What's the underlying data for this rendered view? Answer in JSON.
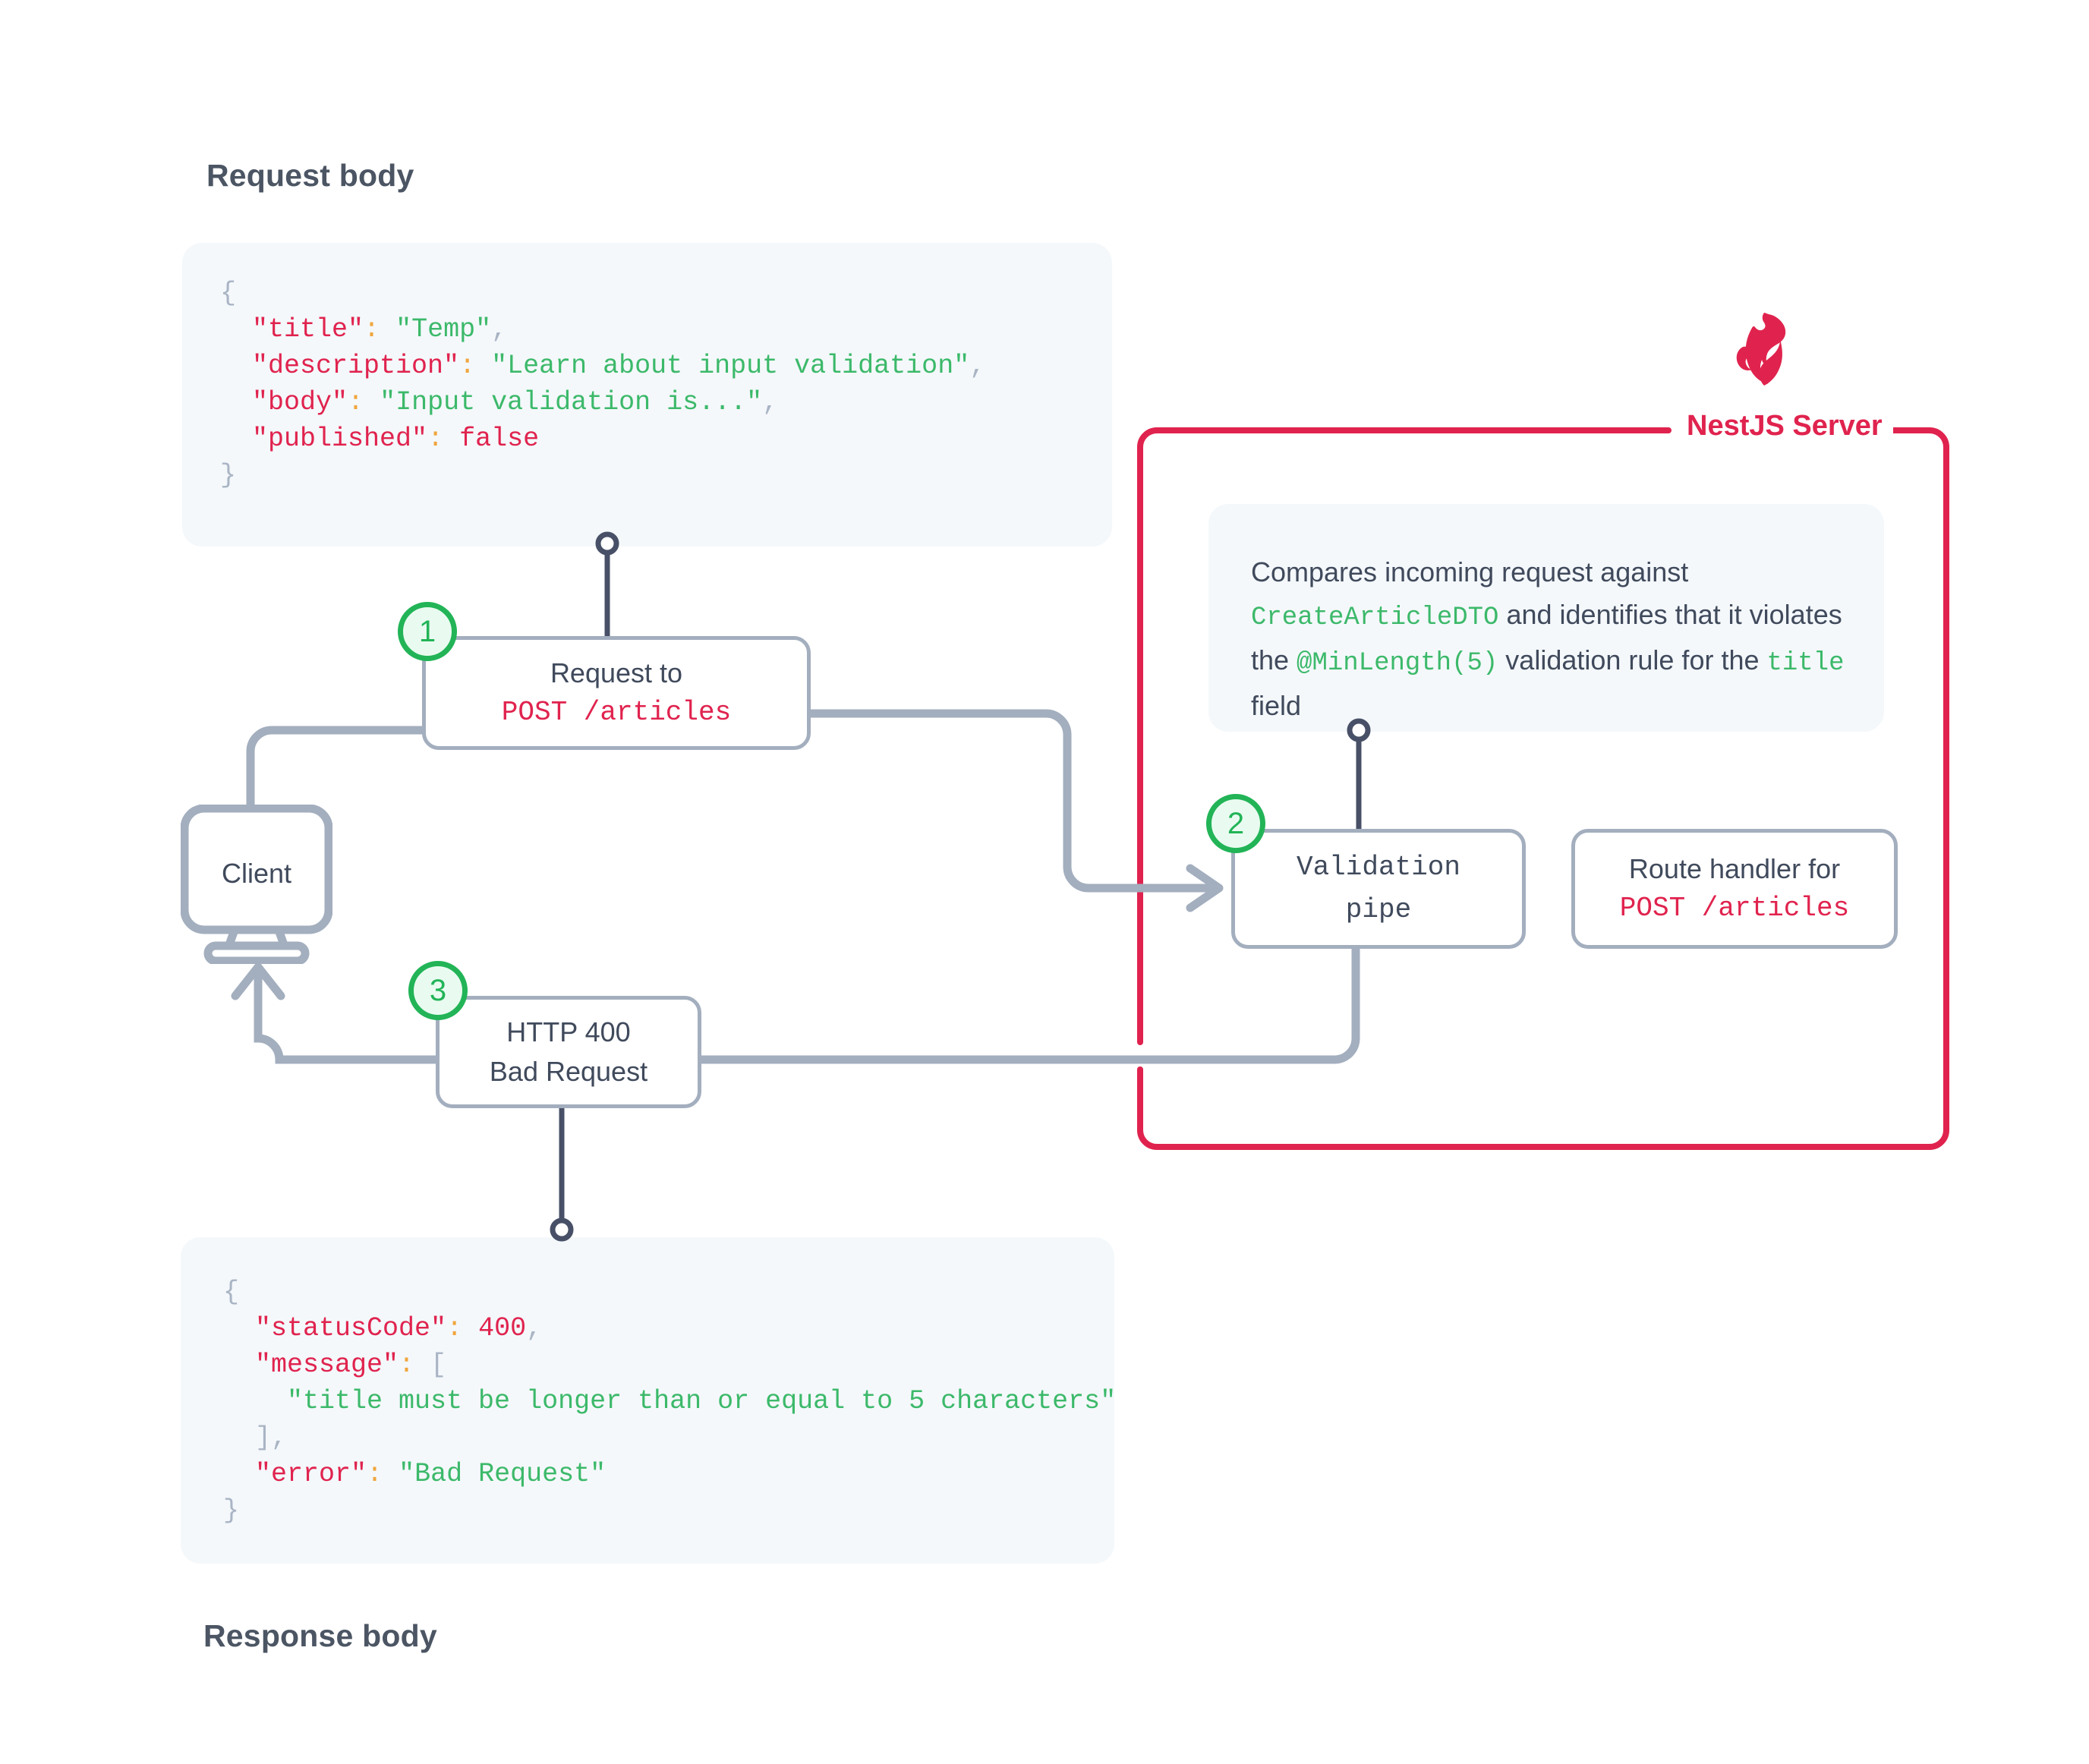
{
  "headings": {
    "request_body": "Request body",
    "response_body": "Response body"
  },
  "request_body_code": {
    "open_brace": "{",
    "lines": [
      {
        "indent": "  ",
        "key": "\"title\"",
        "colon": ":",
        "space": " ",
        "value": "\"Temp\"",
        "value_type": "string",
        "comma": ","
      },
      {
        "indent": "  ",
        "key": "\"description\"",
        "colon": ":",
        "space": " ",
        "value": "\"Learn about input validation\"",
        "value_type": "string",
        "comma": ","
      },
      {
        "indent": "  ",
        "key": "\"body\"",
        "colon": ":",
        "space": " ",
        "value": "\"Input validation is...\"",
        "value_type": "string",
        "comma": ","
      },
      {
        "indent": "  ",
        "key": "\"published\"",
        "colon": ":",
        "space": " ",
        "value": "false",
        "value_type": "bool",
        "comma": ""
      }
    ],
    "close_brace": "}"
  },
  "response_body_code": {
    "open_brace": "{",
    "lines": [
      {
        "indent": "  ",
        "key": "\"statusCode\"",
        "colon": ":",
        "space": " ",
        "value": "400",
        "value_type": "num",
        "comma": ","
      },
      {
        "indent": "  ",
        "key": "\"message\"",
        "colon": ":",
        "space": " ",
        "value": "[",
        "value_type": "punct",
        "comma": ""
      },
      {
        "indent": "    ",
        "key": "",
        "colon": "",
        "space": "",
        "value": "\"title must be longer than or equal to 5 characters\"",
        "value_type": "string",
        "comma": ""
      },
      {
        "indent": "  ",
        "key": "",
        "colon": "",
        "space": "",
        "value": "]",
        "value_type": "punct",
        "comma": ","
      },
      {
        "indent": "  ",
        "key": "\"error\"",
        "colon": ":",
        "space": " ",
        "value": "\"Bad Request\"",
        "value_type": "string",
        "comma": ""
      }
    ],
    "close_brace": "}"
  },
  "client": {
    "label": "Client"
  },
  "steps": [
    {
      "number": "1"
    },
    {
      "number": "2"
    },
    {
      "number": "3"
    }
  ],
  "flow_boxes": {
    "request": {
      "line1": "Request to",
      "line2": "POST /articles"
    },
    "http400": {
      "line1": "HTTP 400",
      "line2": "Bad Request"
    },
    "validation": {
      "line1": "Validation",
      "line2": "pipe"
    },
    "route_handler": {
      "line1": "Route handler for",
      "line2": "POST /articles"
    }
  },
  "nestjs": {
    "label": "NestJS Server",
    "logo_icon": "nestjs-cat-logo"
  },
  "callout": {
    "part1": "Compares incoming request against",
    "code1": "CreateArticleDTO",
    "part2": " and identifies that it violates the ",
    "code2": "@MinLength(5)",
    "part3": " validation rule for the ",
    "code3": "title",
    "part4": " field"
  },
  "colors": {
    "accent_red": "#e0234e",
    "accent_green": "#22b457",
    "code_string_green": "#3cb96a",
    "code_key_red": "#e0234e",
    "code_colon_orange": "#f0a53c",
    "connector_gray": "#a3aebe",
    "panel_bg": "#f4f8fb",
    "text_dark": "#404a5c",
    "pin_dark": "#475066"
  }
}
